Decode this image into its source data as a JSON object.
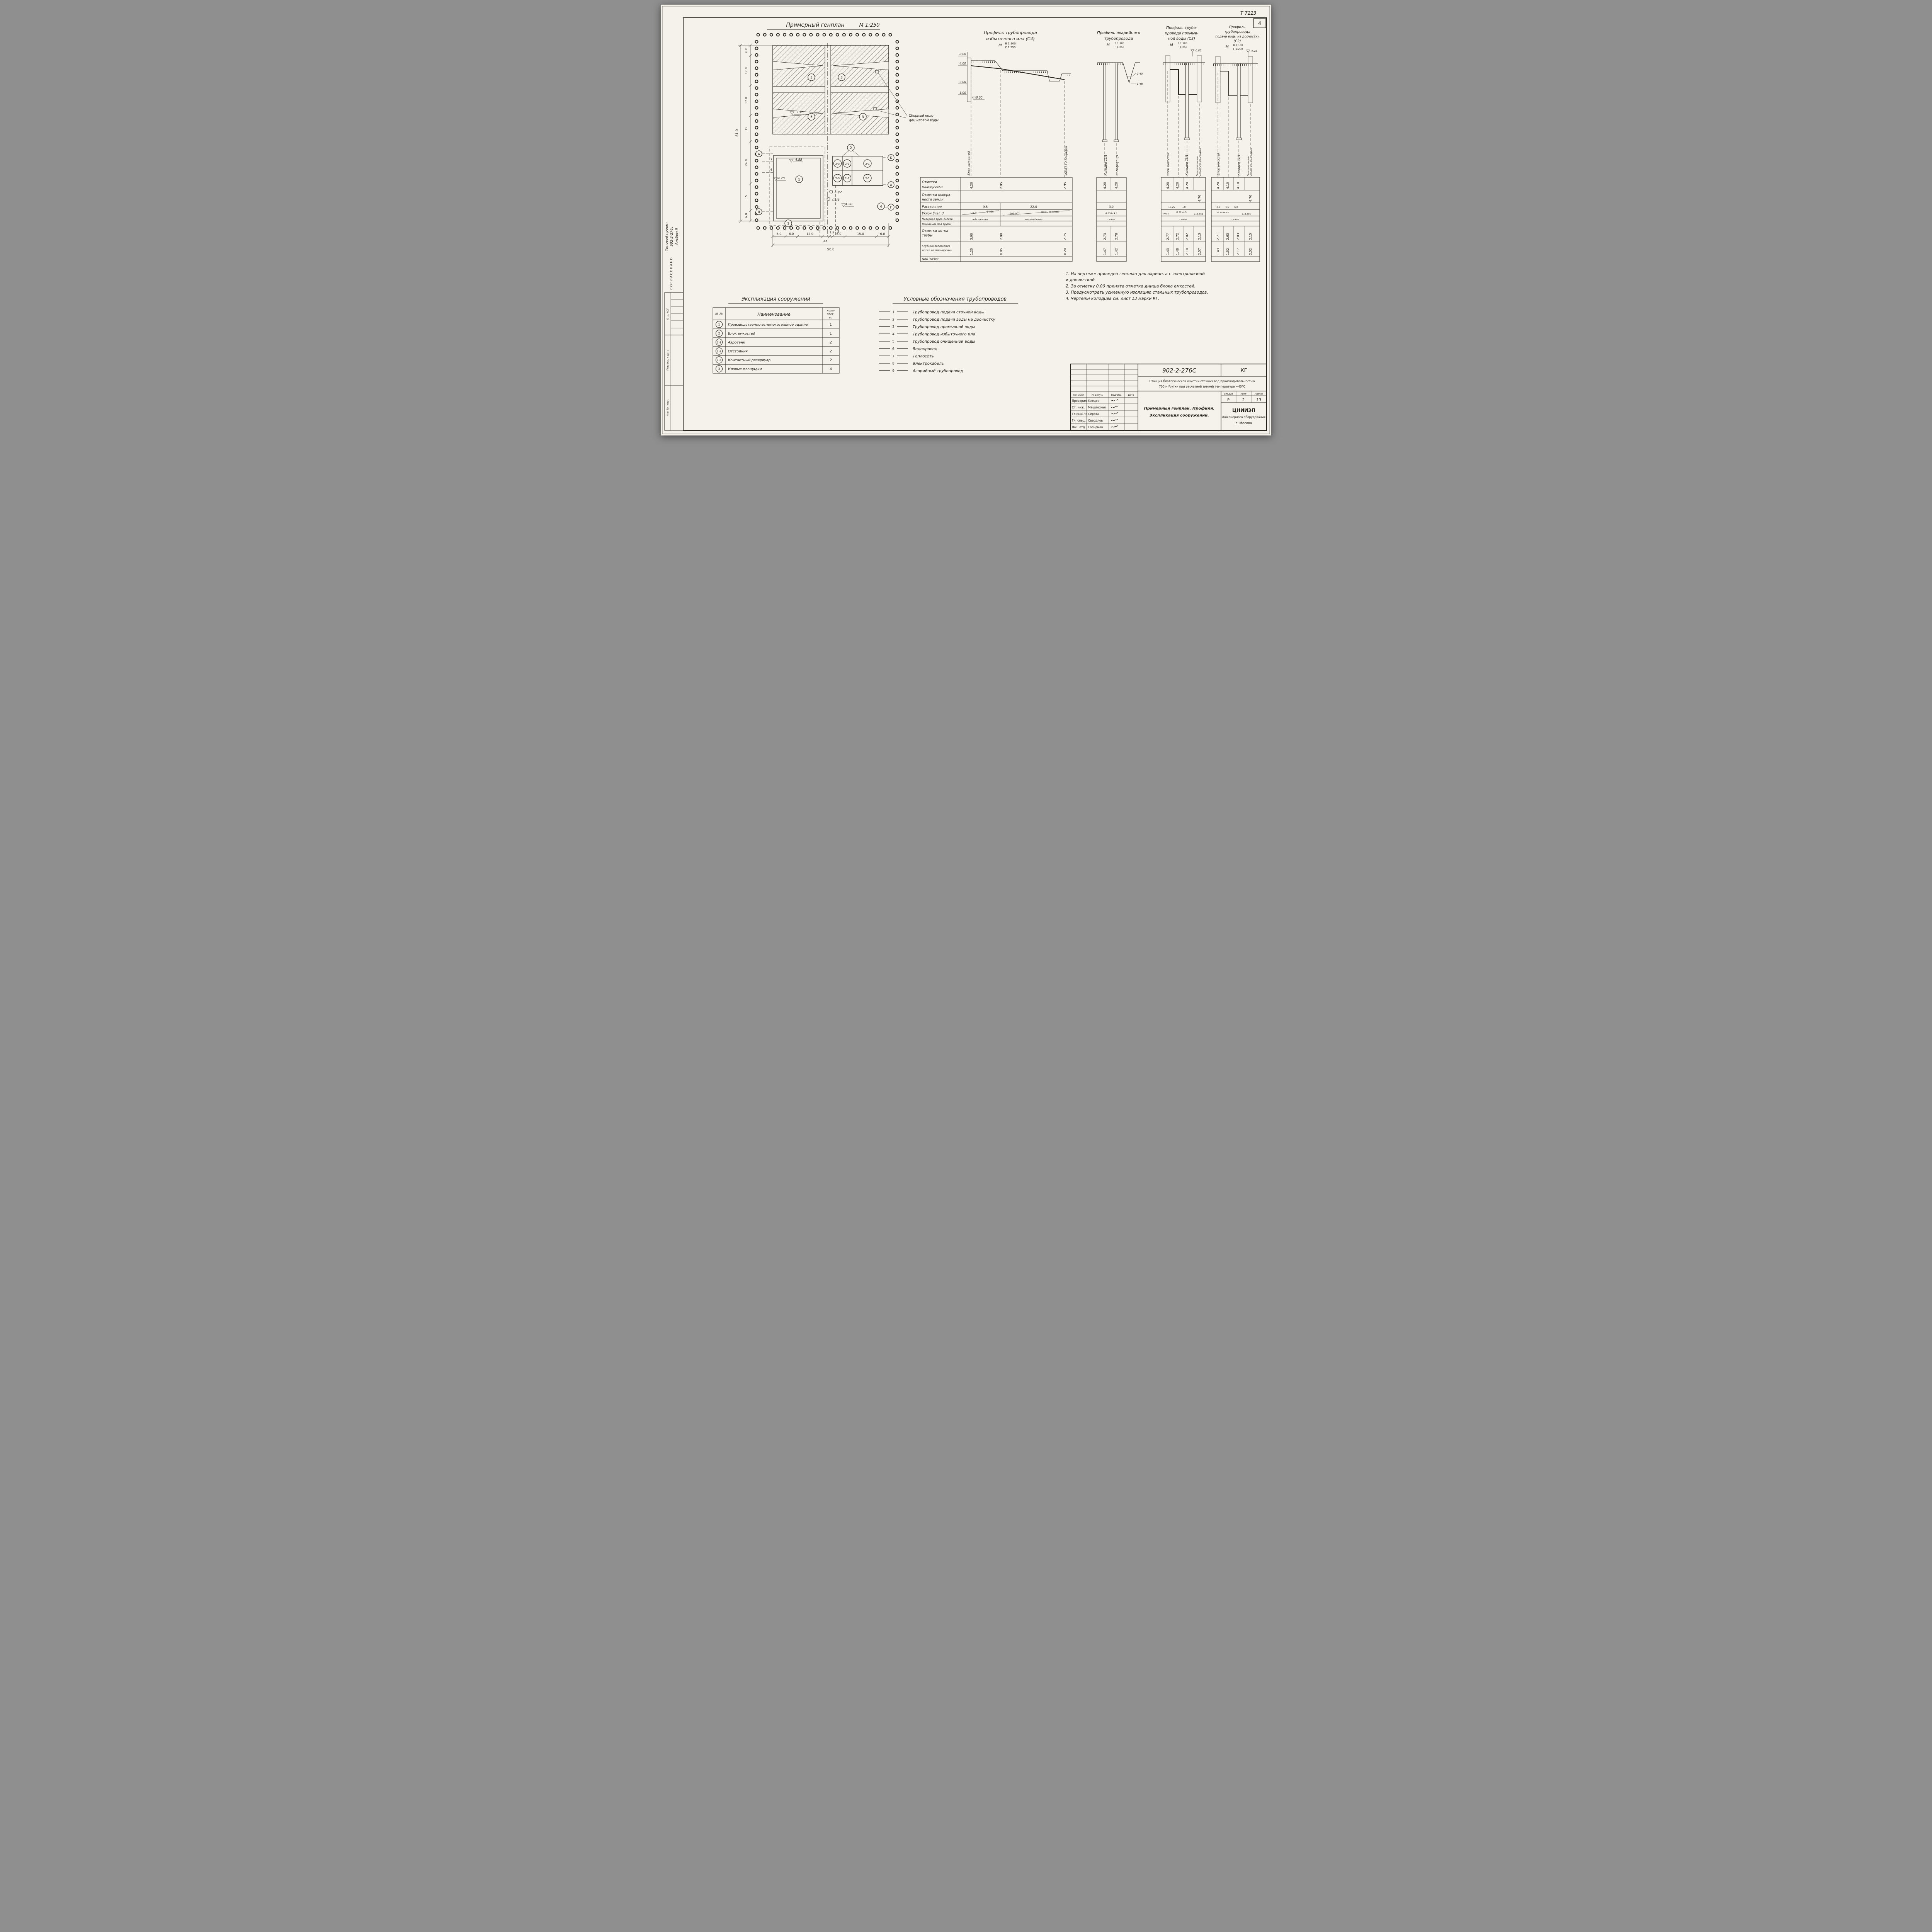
{
  "sheet": {
    "doc_note": "Т 7223",
    "page_number": "4"
  },
  "margin": {
    "project": [
      "Типовой проект",
      "902-2-276с",
      "Альбом II"
    ],
    "agreed": "СОГЛАСОВАНО",
    "stamps": [
      "Отд. АСП",
      "Подпись и дата",
      "Инв. №-подл."
    ]
  },
  "plan": {
    "title": "Примерный генплан",
    "scale": "М 1:250",
    "well_label": [
      "Сборный коло-",
      "дец иловой воды"
    ],
    "dims_left": [
      "6.0",
      "17.0",
      "17.0",
      "15",
      "24.0",
      "15",
      "6.0"
    ],
    "total_left": "81.0",
    "dims_bottom": [
      "6.0",
      "6.0",
      "12.0",
      "3.5",
      "1.5",
      "6.0",
      "15.0",
      "6.0"
    ],
    "total_bottom": "56.0",
    "beds_bubbles": [
      "3",
      "3",
      "5",
      "3"
    ],
    "bubble_1a": "1",
    "bubble_1b": "1",
    "bubble_2": "2",
    "bubble_4": "4",
    "tank_bubbles": [
      "2-3",
      "2-2",
      "2-1",
      "2-3",
      "2-2",
      "2-1"
    ],
    "axis_left": [
      "А",
      "Д"
    ],
    "axis_right": [
      "Б",
      "А",
      "Г"
    ],
    "marks": {
      "beds": "1.45",
      "bld_a": "4.85",
      "bld_b": "4.70",
      "well": "4.20"
    },
    "wells": [
      "С3/2",
      "С2/1"
    ],
    "pipe_nums": [
      "7",
      "6",
      "8",
      "5"
    ]
  },
  "rows": {
    "r1": [
      "Отметки",
      "планировки"
    ],
    "r2": [
      "Отметки поверх-",
      "ности земли"
    ],
    "r3": "Расстояния",
    "r4": "Уклон    В×Н; d",
    "r5": "Материал труб, лотков",
    "r6": "Основание под трубы",
    "r7": [
      "Отметки лотка",
      "трубы"
    ],
    "r8": [
      "Глубина заложения",
      "лотка от планировки"
    ],
    "r9": "№№ точек"
  },
  "p1": {
    "title": [
      "Профиль трубопровода",
      "избыточного ила (С4)"
    ],
    "scale": [
      "М",
      "В 1:100",
      "Г 1:250"
    ],
    "elev": [
      "8.00",
      "4.00",
      "2.00",
      "1.00"
    ],
    "zero": "0.00",
    "vlabels": [
      "Блок емкостей",
      "Иловая площадка"
    ],
    "plan_marks": [
      "4.20",
      "2.95",
      "2.95"
    ],
    "dist": [
      "9.5",
      "22.0"
    ],
    "slope": [
      "i=0.01",
      "Ф 100",
      "i=0.007",
      "В×Н=200×300"
    ],
    "material": [
      "асб. цемент",
      "железобетон"
    ],
    "invert": [
      "3.00",
      "2.90",
      "2.75"
    ],
    "depth": [
      "1.20",
      "0.05",
      "0.20"
    ]
  },
  "p2": {
    "title": [
      "Профиль аварийного",
      "трубопровода"
    ],
    "scale": [
      "М",
      "В 1:100",
      "Г 1:250"
    ],
    "marks": [
      "2.45",
      "1.48"
    ],
    "vlabels": [
      "Колодец С2/1",
      "Колодец С3/1"
    ],
    "plan_marks": [
      "4.20",
      "4.20"
    ],
    "dist": [
      "3.0"
    ],
    "slope": [
      "Ф 159×4.5"
    ],
    "material": [
      "сталь"
    ],
    "invert": [
      "2.73",
      "2.78"
    ],
    "depth": [
      "1.47",
      "1.42"
    ]
  },
  "p3": {
    "title": [
      "Профиль трубо-",
      "провода промыв-",
      "ной воды (С3)"
    ],
    "scale": [
      "М",
      "В 1:100",
      "Г 1:250"
    ],
    "mark_top": "0.85",
    "vlabels": [
      "Блок емкостей",
      "Колодец С3/1",
      "Производственно-",
      "вспомогательное здание"
    ],
    "plan_marks": [
      "4.20",
      "4.20",
      "4.20"
    ],
    "surface_marks": [
      "4.70"
    ],
    "dist": [
      "15.25",
      "≈0"
    ],
    "slope": [
      "i=0.2",
      "Ф 57×4.5",
      "L=0.395"
    ],
    "material": [
      "сталь"
    ],
    "invert": [
      "2.77",
      "2.72",
      "2.02",
      "2.13"
    ],
    "depth": [
      "1.43",
      "1.48",
      "2.18",
      "2.57"
    ]
  },
  "p4": {
    "title": [
      "Профиль",
      "трубопровода",
      "подачи воды на доочистку",
      "(С2)"
    ],
    "scale": [
      "М",
      "В 1:100",
      "Г 1:250"
    ],
    "mark_top": "4.25",
    "vlabels": [
      "Блок емкостей",
      "Колодец С2/1",
      "Производственно-",
      "вспомогательное здание"
    ],
    "plan_marks": [
      "4.20",
      "4.10",
      "4.10"
    ],
    "surface_marks": [
      "4.70"
    ],
    "dist": [
      "3.6",
      "1.5",
      "6.0"
    ],
    "slope": [
      "Ф 159×4.5",
      "i=0.005"
    ],
    "material": [
      "сталь"
    ],
    "invert": [
      "2.71",
      "2.63",
      "2.03",
      "2.15"
    ],
    "depth": [
      "1.43",
      "1.52",
      "2.17",
      "2.52"
    ]
  },
  "notes": [
    "1. На чертеже приведен генплан для варианта с электролизной",
    "    и доочисткой.",
    "2. За отметку 0.00 принята отметка днища блока емкостей.",
    "3. Предусмотреть усиленную изоляцию стальных трубопроводов.",
    "4. Чертежи колодцев см. лист 13 марки КГ."
  ],
  "explication": {
    "heading": "Экспликация сооружений",
    "col_num": "№ №",
    "col_name": "Наименование",
    "col_qty": [
      "коли-",
      "чест-",
      "во"
    ],
    "rows": [
      {
        "num": "1",
        "name": "Производственно-вспомогательное здание",
        "qty": "1"
      },
      {
        "num": "2",
        "name": "Блок емкостей",
        "qty": "1"
      },
      {
        "num": "2-1",
        "name": "Аэротенк",
        "qty": "2"
      },
      {
        "num": "2-2",
        "name": "Отстойник",
        "qty": "2"
      },
      {
        "num": "2-3",
        "name": "Контактный резервуар",
        "qty": "2"
      },
      {
        "num": "3",
        "name": "Иловые площадки",
        "qty": "4"
      }
    ]
  },
  "legend": {
    "heading": "Условные обозначения трубопроводов",
    "items": [
      {
        "num": "1",
        "label": "Трубопровод  подачи  сточной  воды"
      },
      {
        "num": "2",
        "label": "Трубопровод  подачи  воды  на  доочистку"
      },
      {
        "num": "3",
        "label": "Трубопровод  промывной  воды"
      },
      {
        "num": "4",
        "label": "Трубопровод  избыточного  ила"
      },
      {
        "num": "5",
        "label": "Трубопровод  очищенной  воды"
      },
      {
        "num": "6",
        "label": "Водопровод"
      },
      {
        "num": "7",
        "label": "Теплосеть"
      },
      {
        "num": "8",
        "label": "Электрокабель"
      },
      {
        "num": "9",
        "label": "Аварийный  трубопровод"
      }
    ]
  },
  "titleblock": {
    "doc_number": "902-2-276С",
    "mark": "КГ",
    "description": [
      "Станция биологической очистки сточных вод производительностью",
      "700 м³/сутки при расчетной зимней температуре  −40°С"
    ],
    "rev_header": [
      "Изм.Лист",
      "№ докум.",
      "Подпись",
      "Дата"
    ],
    "people": [
      {
        "role": "Проверил",
        "name": "Клецер"
      },
      {
        "role": "Ст. инж.",
        "name": "Машинская"
      },
      {
        "role": "Гл.инж.пр.",
        "name": "Сирота"
      },
      {
        "role": "Гл. спец.",
        "name": "Свердлов"
      },
      {
        "role": "Нач. отд.",
        "name": "Гольдман"
      }
    ],
    "sheet_title": [
      "Примерный генплан. Профили.",
      "Экспликация сооружений."
    ],
    "stage_header": [
      "Стадия",
      "Лист",
      "Листов"
    ],
    "stage": "Р",
    "list": "2",
    "lists": "13",
    "org": [
      "ЦНИИЭП",
      "инженерного оборудования",
      "г. Москва"
    ]
  }
}
